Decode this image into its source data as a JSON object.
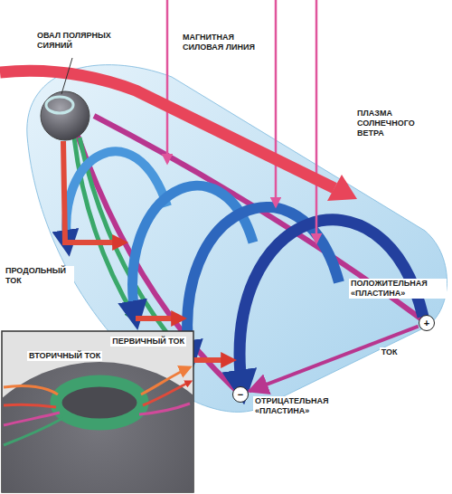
{
  "diagram": {
    "nodes": [
      {
        "text": [
          "+"
        ]
      },
      {
        "text": [
          "−"
        ]
      }
    ],
    "edges": [
      {
        "from": 0,
        "to": 1,
        "arrow": "to",
        "label": "ТОК"
      }
    ],
    "labels": [
      "ОВАЛ ПОЛЯРНЫХ СИЯНИЙ",
      "МАГНИТНАЯ СИЛОВАЯ ЛИНИЯ",
      "ПЛАЗМА СОЛНЕЧНОГО ВЕТРА",
      "ПРОДОЛЬНЫЙ ТОК",
      "ПОЛОЖИТЕЛЬНАЯ «ПЛАСТИНА»",
      "ОТРИЦАТЕЛЬНАЯ «ПЛАСТИНА»",
      "ПЕРВИЧНЫЙ ТОК",
      "ВТОРИЧНЫЙ ТОК"
    ]
  }
}
